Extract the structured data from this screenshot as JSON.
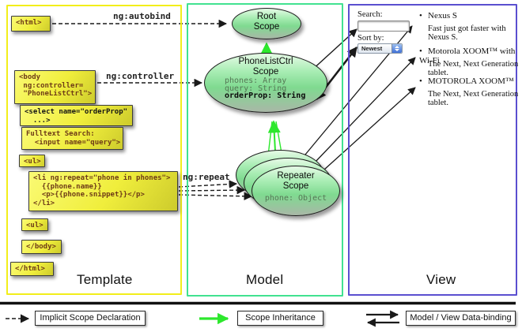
{
  "columns": {
    "template_label": "Template",
    "model_label": "Model",
    "view_label": "View"
  },
  "template": {
    "html_open": "<html>",
    "body_open": "<body\n ng:controller=\n \"PhoneListCtrl\">",
    "select": "<select name=\"orderProp\"\n  ...>",
    "fulltext": "Fulltext Search:\n  <input name=\"query\">",
    "ul_open": "<ul>",
    "li": "<li ng:repeat=\"phone in phones\">\n  {{phone.name}}\n  <p>{{phone.snippet}}</p>\n</li>",
    "ul_close": "<ul>",
    "body_close": "</body>",
    "html_close": "</html>"
  },
  "labels": {
    "autobind": "ng:autobind",
    "controller": "ng:controller",
    "repeat": "ng:repeat"
  },
  "model": {
    "root_title": "Root\nScope",
    "phonelist_title": "PhoneListCtrl\nScope",
    "phonelist_props": [
      "phones: Array",
      "query: String",
      "orderProp: String"
    ],
    "repeater_title": "Repeater\nScope",
    "repeater_prop": "phone: Object"
  },
  "view": {
    "search_label": "Search:",
    "sort_label": "Sort by:",
    "sort_value": "Newest",
    "bullet": "•",
    "items": [
      {
        "title": "Nexus S",
        "desc": "Fast just got faster with Nexus S."
      },
      {
        "title": "Motorola XOOM™ with Wi-Fi",
        "desc": "The Next, Next Generation tablet."
      },
      {
        "title": "MOTOROLA XOOM™",
        "desc": "The Next, Next Generation tablet."
      }
    ]
  },
  "legend": {
    "implicit": "Implicit Scope Declaration",
    "inheritance": "Scope Inheritance",
    "binding": "Model / View Data-binding"
  },
  "colors": {
    "template_border": "#f2ee1a",
    "model_border": "#41e290",
    "view_border": "#5a4fd0",
    "box_text": "#6e3b17",
    "green_arrow": "#2de82d",
    "line": "#1a1a1a"
  }
}
